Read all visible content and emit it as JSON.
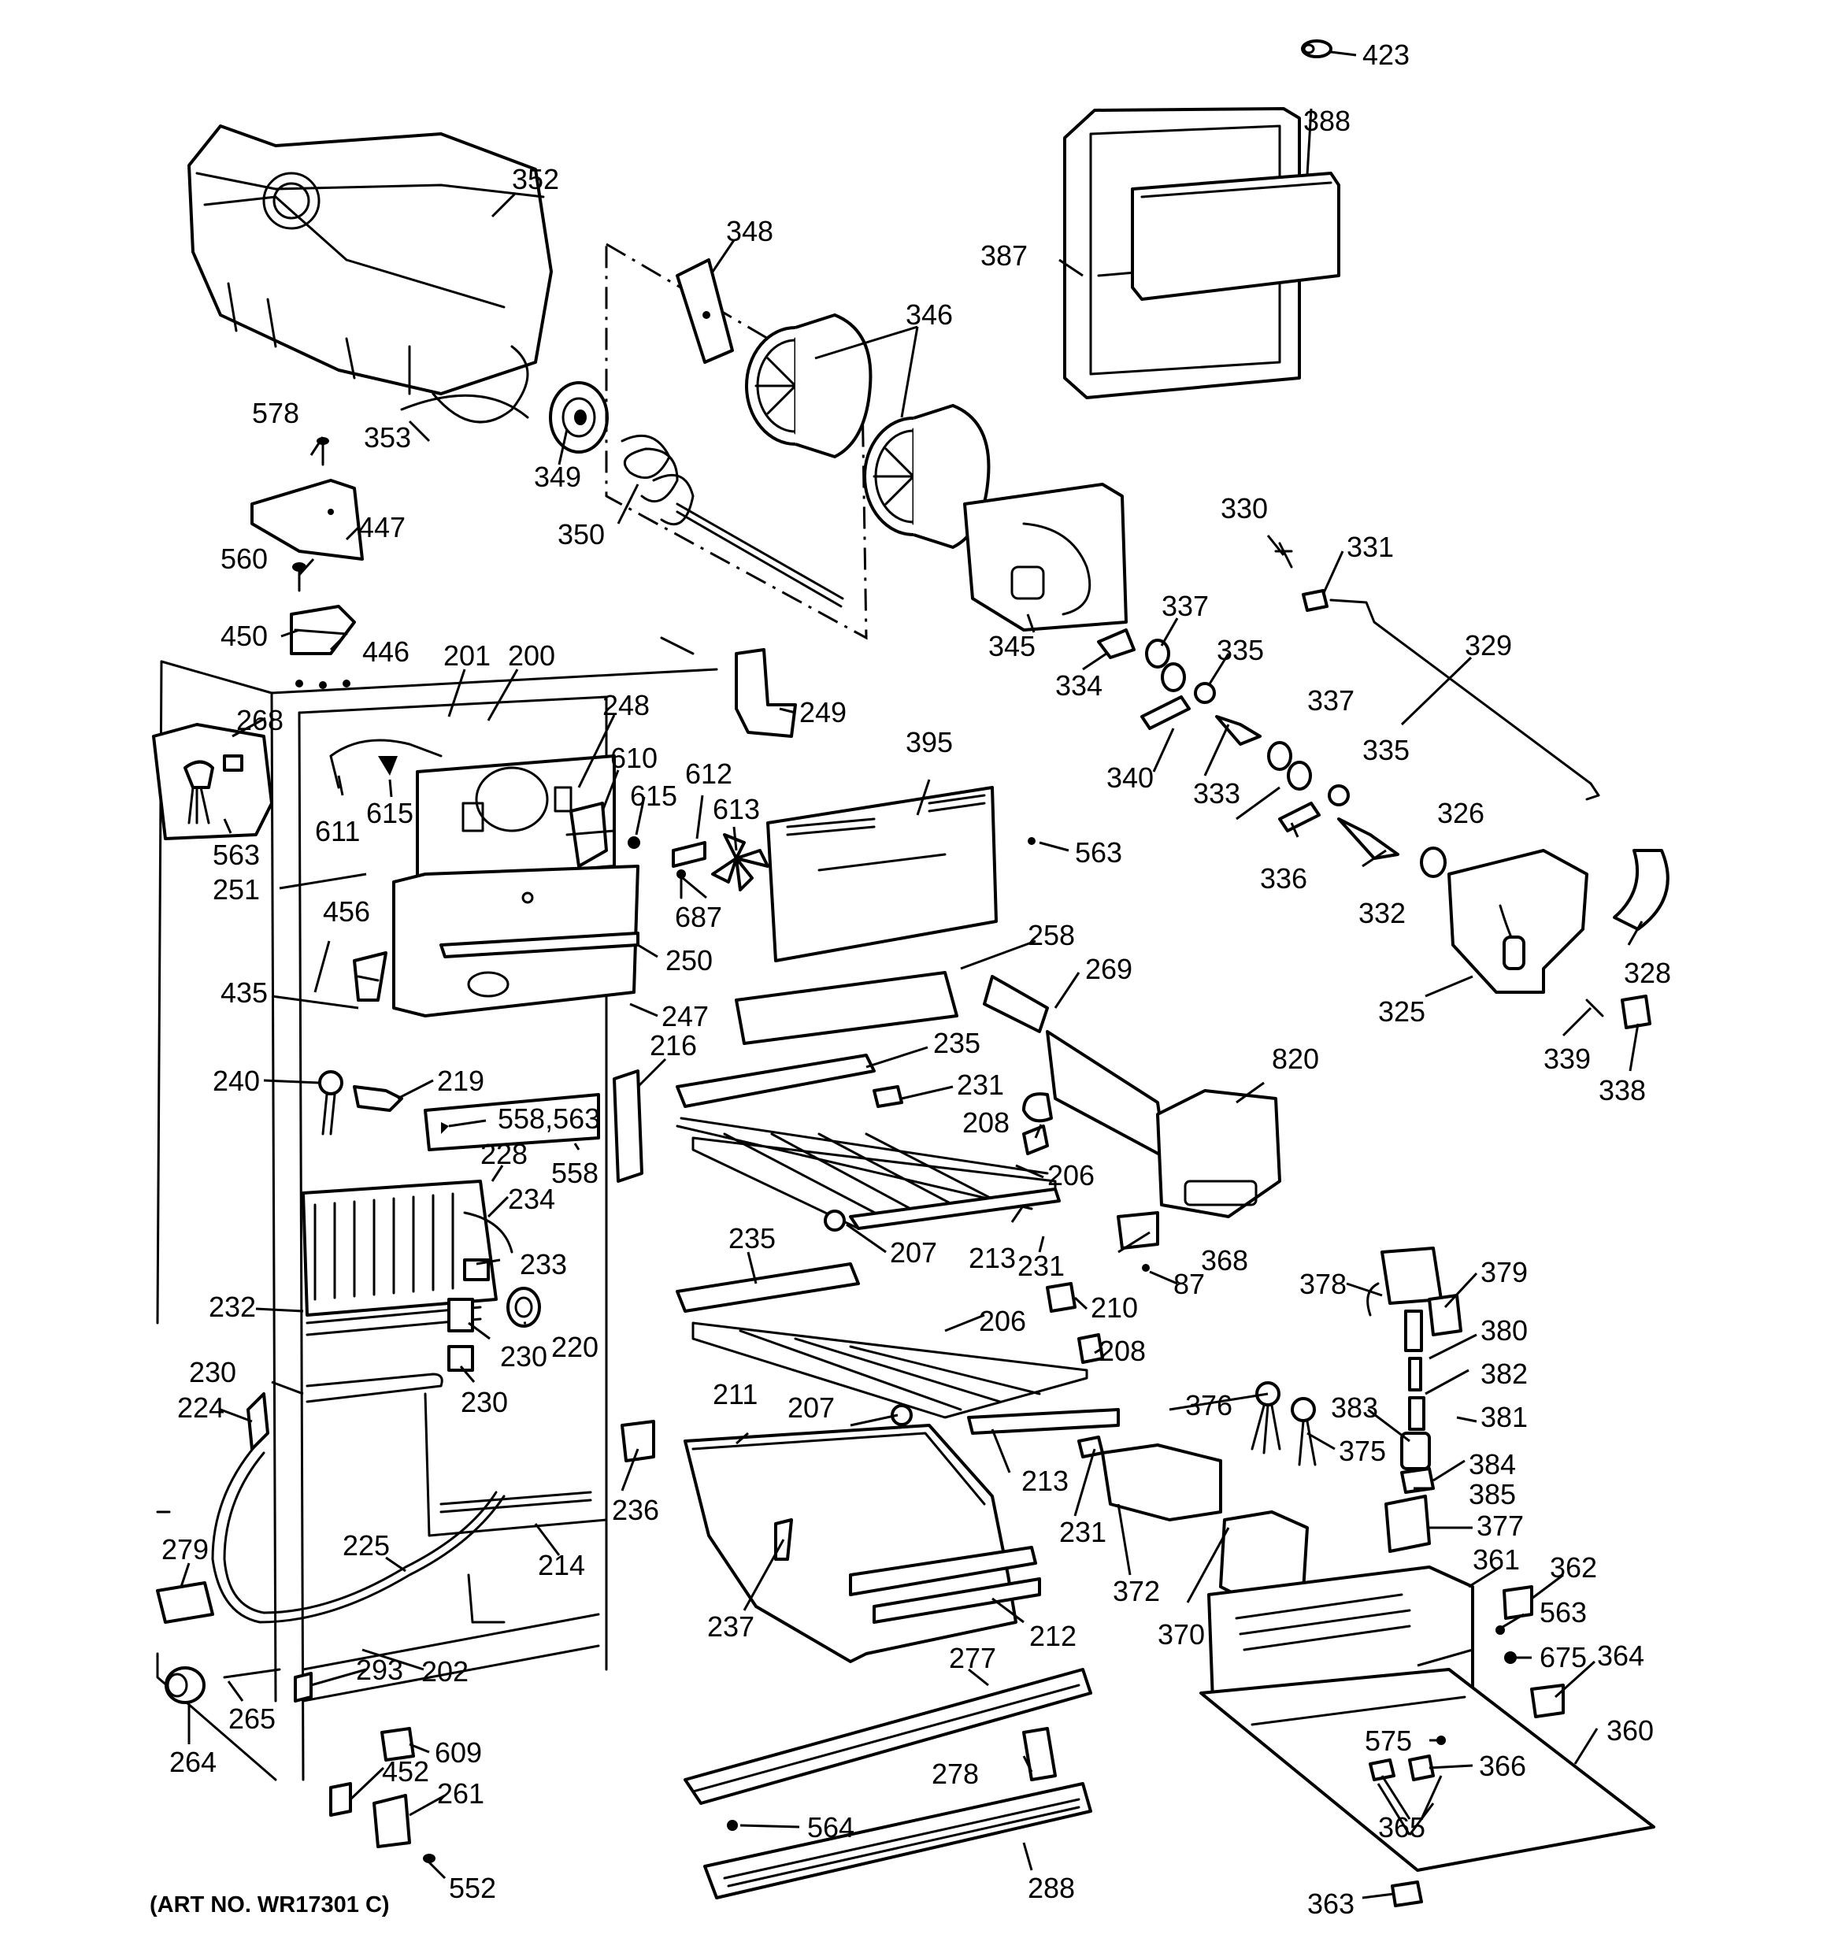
{
  "art_number": "(ART NO. WR17301 C)",
  "callouts": [
    "423",
    "388",
    "387",
    "352",
    "348",
    "346",
    "578",
    "353",
    "349",
    "447",
    "350",
    "560",
    "330",
    "331",
    "345",
    "337",
    "334",
    "335",
    "329",
    "450",
    "446",
    "201",
    "200",
    "249",
    "268",
    "248",
    "610",
    "615",
    "612",
    "613",
    "395",
    "611",
    "615",
    "563",
    "340",
    "333",
    "337",
    "335",
    "326",
    "336",
    "332",
    "251",
    "563",
    "687",
    "456",
    "250",
    "258",
    "269",
    "325",
    "328",
    "435",
    "247",
    "235",
    "216",
    "820",
    "339",
    "338",
    "240",
    "219",
    "231",
    "558,563",
    "208",
    "228",
    "558",
    "206",
    "234",
    "207",
    "213",
    "368",
    "235",
    "233",
    "231",
    "87",
    "378",
    "379",
    "232",
    "220",
    "230",
    "206",
    "210",
    "380",
    "230",
    "208",
    "382",
    "230",
    "383",
    "224",
    "376",
    "381",
    "211",
    "207",
    "375",
    "384",
    "213",
    "385",
    "236",
    "377",
    "279",
    "225",
    "214",
    "231",
    "361",
    "362",
    "372",
    "237",
    "370",
    "563",
    "212",
    "675",
    "364",
    "277",
    "293",
    "202",
    "265",
    "360",
    "264",
    "575",
    "609",
    "278",
    "366",
    "452",
    "564",
    "261",
    "365",
    "288",
    "552",
    "363"
  ],
  "parts": [
    "freezer-shelf-352",
    "dispenser-door-387"
  ]
}
